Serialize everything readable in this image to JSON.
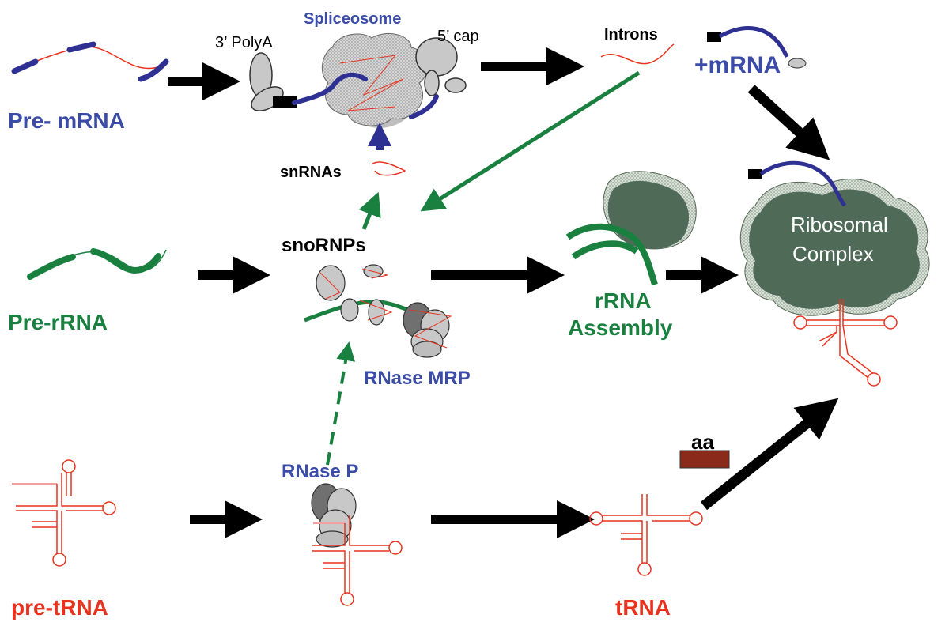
{
  "labels": {
    "pre_mrna": "Pre- mRNA",
    "polya": "3’ PolyA",
    "spliceosome": "Spliceosome",
    "cap": "5’ cap",
    "introns": "Introns",
    "mrna": "+mRNA",
    "snrnas": "snRNAs",
    "snornps": "snoRNPs",
    "pre_rrna": "Pre-rRNA",
    "rrna_line1": "rRNA",
    "rrna_line2": "Assembly",
    "ribosomal_line1": "Ribosomal",
    "ribosomal_line2": "Complex",
    "rnase_mrp": "RNase MRP",
    "rnase_p": "RNase P",
    "aa": "aa",
    "pre_trna": "pre-tRNA",
    "trna": "tRNA"
  },
  "colors": {
    "mrna_blue": "#2e3192",
    "label_blue": "#3b4ca8",
    "rrna_green": "#1a8040",
    "trna_red": "#e8321e",
    "pre_trna_pink": "#f4a0a0",
    "ribosome_green": "#4f6b58",
    "aa_brown": "#8b2a1a",
    "arrow_black": "#000000"
  }
}
